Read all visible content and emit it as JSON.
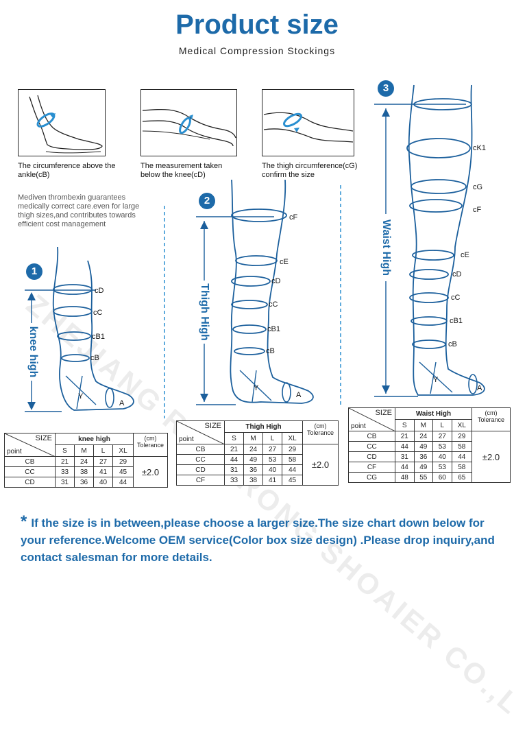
{
  "header": {
    "title": "Product size",
    "subtitle": "Medical Compression Stockings"
  },
  "measurement_pics": [
    {
      "caption": "The circumference above the ankle(cB)"
    },
    {
      "caption": "The measurement taken below the knee(cD)"
    },
    {
      "caption": "The thigh circumference(cG) confirm the size"
    }
  ],
  "intro_note": "Mediven thrombexin guarantees medically correct care.even for large thigh sizes,and contributes towards efficient cost management",
  "watermark": "ZHEJIANG RONGRONG SHOAIER CO.,LTD",
  "diagrams": [
    {
      "number": "1",
      "height_label": "knee high",
      "labels": [
        "cD",
        "cC",
        "cB1",
        "cB",
        "Y",
        "A"
      ]
    },
    {
      "number": "2",
      "height_label": "Thigh High",
      "labels": [
        "cF",
        "cE",
        "cD",
        "cC",
        "cB1",
        "cB",
        "Y",
        "A"
      ]
    },
    {
      "number": "3",
      "height_label": "Waist High",
      "labels": [
        "cK1",
        "cG",
        "cF",
        "cE",
        "cD",
        "cC",
        "cB1",
        "cB",
        "Y",
        "A"
      ]
    }
  ],
  "tables": [
    {
      "size_label": "SIZE",
      "point_label": "point",
      "title": "knee high",
      "sizes": [
        "S",
        "M",
        "L",
        "XL"
      ],
      "unit": "(cm)",
      "tolerance_label": "Tolerance",
      "tolerance": "±2.0",
      "rows": [
        {
          "point": "CB",
          "values": [
            "21",
            "24",
            "27",
            "29"
          ]
        },
        {
          "point": "CC",
          "values": [
            "33",
            "38",
            "41",
            "45"
          ]
        },
        {
          "point": "CD",
          "values": [
            "31",
            "36",
            "40",
            "44"
          ]
        }
      ]
    },
    {
      "size_label": "SIZE",
      "point_label": "point",
      "title": "Thigh High",
      "sizes": [
        "S",
        "M",
        "L",
        "XL"
      ],
      "unit": "(cm)",
      "tolerance_label": "Tolerance",
      "tolerance": "±2.0",
      "rows": [
        {
          "point": "CB",
          "values": [
            "21",
            "24",
            "27",
            "29"
          ]
        },
        {
          "point": "CC",
          "values": [
            "44",
            "49",
            "53",
            "58"
          ]
        },
        {
          "point": "CD",
          "values": [
            "31",
            "36",
            "40",
            "44"
          ]
        },
        {
          "point": "CF",
          "values": [
            "33",
            "38",
            "41",
            "45"
          ]
        }
      ]
    },
    {
      "size_label": "SIZE",
      "point_label": "point",
      "title": "Waist High",
      "sizes": [
        "S",
        "M",
        "L",
        "XL"
      ],
      "unit": "(cm)",
      "tolerance_label": "Tolerance",
      "tolerance": "±2.0",
      "rows": [
        {
          "point": "CB",
          "values": [
            "21",
            "24",
            "27",
            "29"
          ]
        },
        {
          "point": "CC",
          "values": [
            "44",
            "49",
            "53",
            "58"
          ]
        },
        {
          "point": "CD",
          "values": [
            "31",
            "36",
            "40",
            "44"
          ]
        },
        {
          "point": "CF",
          "values": [
            "44",
            "49",
            "53",
            "58"
          ]
        },
        {
          "point": "CG",
          "values": [
            "48",
            "55",
            "60",
            "65"
          ]
        }
      ]
    }
  ],
  "bottom_note": {
    "star": "*",
    "text": "If the size is in between,please choose a larger size.The size chart down below for your reference.Welcome OEM service(Color box size design) .Please drop inquiry,and contact salesman for more details."
  },
  "colors": {
    "brand_blue": "#1d6aa9",
    "line_blue": "#1b5f9c",
    "measure_blue": "#2a8fd0"
  }
}
